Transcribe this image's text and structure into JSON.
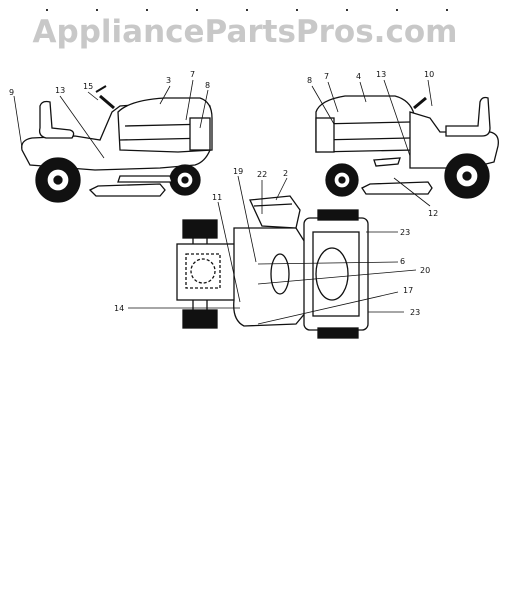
{
  "watermark": "AppliancePartsPros.com",
  "left_view": {
    "callouts": [
      "9",
      "13",
      "15",
      "3",
      "7",
      "8"
    ]
  },
  "right_view": {
    "callouts": [
      "8",
      "7",
      "4",
      "13",
      "10",
      "12"
    ]
  },
  "top_view": {
    "callouts": [
      "19",
      "22",
      "2",
      "11",
      "23",
      "6",
      "20",
      "14",
      "17",
      "23"
    ]
  }
}
